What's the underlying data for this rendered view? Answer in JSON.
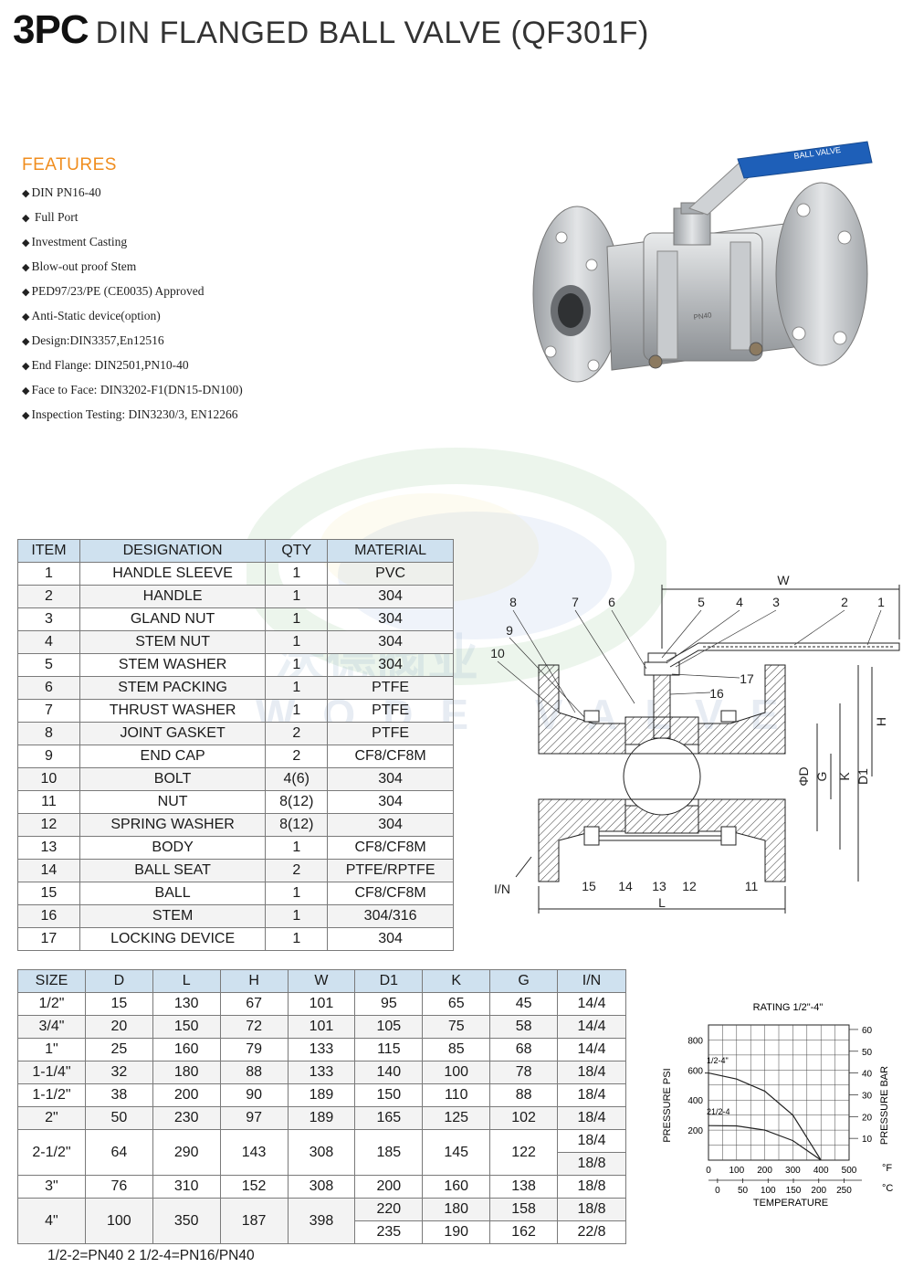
{
  "header": {
    "title_bold": "3PC",
    "title_rest": "DIN FLANGED BALL VALVE (QF301F)"
  },
  "features": {
    "heading": "FEATURES",
    "items": [
      "DIN PN16-40",
      " Full Port",
      "Investment Casting",
      "Blow-out proof Stem",
      "PED97/23/PE (CE0035) Approved",
      "Anti-Static device(option)",
      "Design:DIN3357,En12516",
      "End Flange: DIN2501,PN10-40",
      "Face to Face: DIN3202-F1(DN15-DN100)",
      "Inspection Testing: DIN3230/3, EN12266"
    ]
  },
  "photo": {
    "handle_text": "BALL VALVE",
    "body_mark": "PN40"
  },
  "watermark": {
    "text": "WODE VALVE",
    "cn": "沃德阀业"
  },
  "parts_table": {
    "headers": [
      "ITEM",
      "DESIGNATION",
      "QTY",
      "MATERIAL"
    ],
    "rows": [
      [
        "1",
        "HANDLE SLEEVE",
        "1",
        "PVC"
      ],
      [
        "2",
        "HANDLE",
        "1",
        "304"
      ],
      [
        "3",
        "GLAND NUT",
        "1",
        "304"
      ],
      [
        "4",
        "STEM NUT",
        "1",
        "304"
      ],
      [
        "5",
        "STEM WASHER",
        "1",
        "304"
      ],
      [
        "6",
        "STEM PACKING",
        "1",
        "PTFE"
      ],
      [
        "7",
        "THRUST WASHER",
        "1",
        "PTFE"
      ],
      [
        "8",
        "JOINT GASKET",
        "2",
        "PTFE"
      ],
      [
        "9",
        "END CAP",
        "2",
        "CF8/CF8M"
      ],
      [
        "10",
        "BOLT",
        "4(6)",
        "304"
      ],
      [
        "11",
        "NUT",
        "8(12)",
        "304"
      ],
      [
        "12",
        "SPRING WASHER",
        "8(12)",
        "304"
      ],
      [
        "13",
        "BODY",
        "1",
        "CF8/CF8M"
      ],
      [
        "14",
        "BALL SEAT",
        "2",
        "PTFE/RPTFE"
      ],
      [
        "15",
        "BALL",
        "1",
        "CF8/CF8M"
      ],
      [
        "16",
        "STEM",
        "1",
        "304/316"
      ],
      [
        "17",
        "LOCKING DEVICE",
        "1",
        "304"
      ]
    ]
  },
  "size_table": {
    "headers": [
      "SIZE",
      "D",
      "L",
      "H",
      "W",
      "D1",
      "K",
      "G",
      "I/N"
    ],
    "rows": [
      [
        "1/2\"",
        "15",
        "130",
        "67",
        "101",
        "95",
        "65",
        "45",
        "14/4"
      ],
      [
        "3/4\"",
        "20",
        "150",
        "72",
        "101",
        "105",
        "75",
        "58",
        "14/4"
      ],
      [
        "1\"",
        "25",
        "160",
        "79",
        "133",
        "115",
        "85",
        "68",
        "14/4"
      ],
      [
        "1-1/4\"",
        "32",
        "180",
        "88",
        "133",
        "140",
        "100",
        "78",
        "18/4"
      ],
      [
        "1-1/2\"",
        "38",
        "200",
        "90",
        "189",
        "150",
        "110",
        "88",
        "18/4"
      ],
      [
        "2\"",
        "50",
        "230",
        "97",
        "189",
        "165",
        "125",
        "102",
        "18/4"
      ]
    ],
    "row_212": {
      "size": "2-1/2\"",
      "d": "64",
      "l": "290",
      "h": "143",
      "w": "308",
      "d1": "185",
      "k": "145",
      "g": "122",
      "in_a": "18/4",
      "in_b": "18/8"
    },
    "row_3": [
      "3\"",
      "76",
      "310",
      "152",
      "308",
      "200",
      "160",
      "138",
      "18/8"
    ],
    "row_4": {
      "size": "4\"",
      "d": "100",
      "l": "350",
      "h": "187",
      "w": "398",
      "d1_a": "220",
      "k_a": "180",
      "g_a": "158",
      "in_a": "18/8",
      "d1_b": "235",
      "k_b": "190",
      "g_b": "162",
      "in_b": "22/8"
    }
  },
  "footnote": "1/2-2=PN40   2 1/2-4=PN16/PN40",
  "drawing": {
    "callouts_top": [
      "8",
      "7",
      "6",
      "5",
      "4",
      "3",
      "2",
      "1"
    ],
    "callouts_left": [
      "9",
      "10"
    ],
    "callouts_inner": [
      "17",
      "16"
    ],
    "callouts_bottom": [
      "15",
      "14",
      "13",
      "12",
      "11"
    ],
    "dims": {
      "w": "W",
      "h": "H",
      "d": "ΦD",
      "g": "G",
      "k": "K",
      "d1": "D1",
      "l": "L",
      "in": "I/N"
    }
  },
  "rating_chart": {
    "title": "RATING  1/2\"-4\"",
    "ylabel_left": "PRESSURE PSI",
    "ylabel_right": "PRESSURE BAR",
    "xlabel": "TEMPERATURE",
    "unit_f": "°F",
    "unit_c": "°C",
    "left_ticks": [
      "800",
      "600",
      "400",
      "200"
    ],
    "right_ticks": [
      "60",
      "50",
      "40",
      "30",
      "20",
      "10"
    ],
    "f_ticks": [
      "0",
      "100",
      "200",
      "300",
      "400",
      "500"
    ],
    "c_ticks": [
      "0",
      "50",
      "100",
      "150",
      "200",
      "250"
    ],
    "curve_a": "1/2-4\"",
    "curve_b": "21/2-4"
  },
  "chart_data": {
    "type": "line",
    "title": "RATING  1/2\"-4\"",
    "xlabel": "TEMPERATURE",
    "ylabel": "PRESSURE PSI",
    "xlim": [
      0,
      500
    ],
    "ylim": [
      0,
      900
    ],
    "grid": true,
    "series": [
      {
        "name": "1/2-4\"",
        "x": [
          0,
          100,
          200,
          300,
          400
        ],
        "y": [
          580,
          540,
          460,
          300,
          0
        ]
      },
      {
        "name": "21/2-4",
        "x": [
          0,
          100,
          200,
          300,
          400
        ],
        "y": [
          230,
          228,
          200,
          130,
          0
        ]
      }
    ]
  }
}
